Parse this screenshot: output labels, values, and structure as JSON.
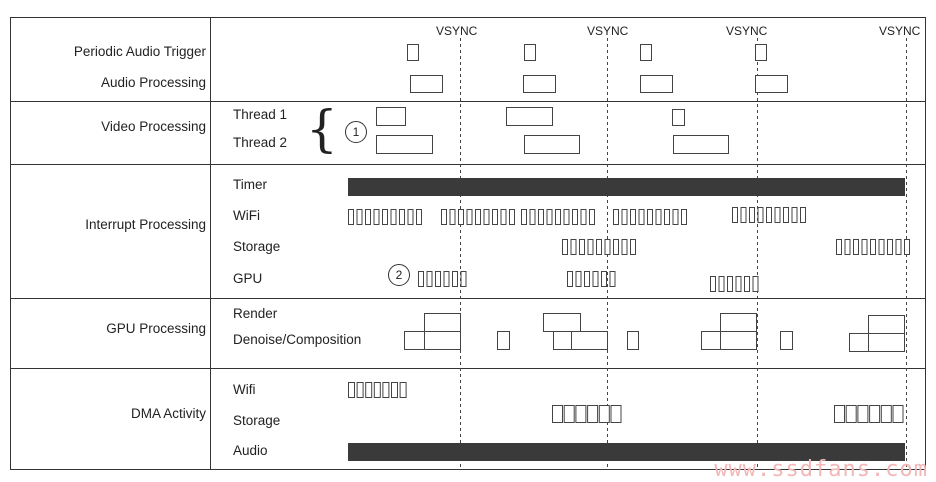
{
  "vsync_label": "VSYNC",
  "sections": {
    "audio": {
      "rows": [
        "Periodic Audio Trigger",
        "Audio Processing"
      ]
    },
    "video": {
      "label": "Video Processing",
      "threads": [
        "Thread 1",
        "Thread 2"
      ],
      "marker": "1"
    },
    "interrupt": {
      "label": "Interrupt Processing",
      "rows": [
        "Timer",
        "WiFi",
        "Storage",
        "GPU"
      ],
      "marker": "2"
    },
    "gpu": {
      "label": "GPU Processing",
      "rows": [
        "Render",
        "Denoise/Composition"
      ]
    },
    "dma": {
      "label": "DMA Activity",
      "rows": [
        "Wifi",
        "Storage",
        "Audio"
      ]
    }
  },
  "watermark": "www.ssdfans.com",
  "colors": {
    "bar_fill": "#3a3a3a",
    "line": "#333333",
    "watermark": "#f2b8b8"
  }
}
